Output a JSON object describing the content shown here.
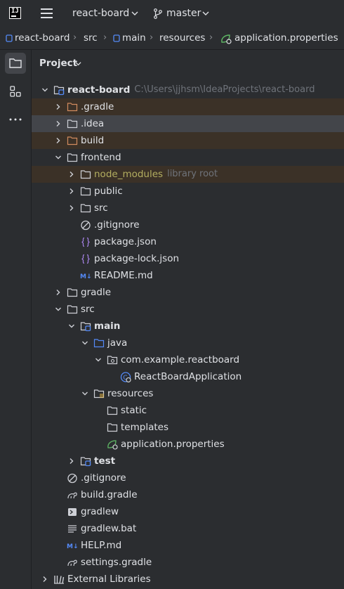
{
  "titlebar": {
    "project": "react-board",
    "branch": "master"
  },
  "breadcrumb": [
    "react-board",
    "src",
    "main",
    "resources",
    "application.properties"
  ],
  "panel": {
    "title": "Project"
  },
  "tree": [
    {
      "label": "react-board",
      "hint": "C:\\Users\\jjhsm\\IdeaProjects\\react-board",
      "depth": 0,
      "arrow": "down",
      "icon": "module-folder-icon",
      "bold": true
    },
    {
      "label": ".gradle",
      "depth": 1,
      "arrow": "right",
      "icon": "folder-icon-excluded",
      "hl": "brown"
    },
    {
      "label": ".idea",
      "depth": 1,
      "arrow": "right",
      "icon": "folder-icon",
      "hl": "sel"
    },
    {
      "label": "build",
      "depth": 1,
      "arrow": "right",
      "icon": "folder-icon-excluded",
      "hl": "brown"
    },
    {
      "label": "frontend",
      "depth": 1,
      "arrow": "down",
      "icon": "folder-icon"
    },
    {
      "label": "node_modules",
      "hint": "library root",
      "depth": 2,
      "arrow": "right",
      "icon": "folder-icon",
      "hl": "brown",
      "lib": true
    },
    {
      "label": "public",
      "depth": 2,
      "arrow": "right",
      "icon": "folder-icon"
    },
    {
      "label": "src",
      "depth": 2,
      "arrow": "right",
      "icon": "folder-icon"
    },
    {
      "label": ".gitignore",
      "depth": 2,
      "icon": "ignore-file-icon"
    },
    {
      "label": "package.json",
      "depth": 2,
      "icon": "json-file-icon"
    },
    {
      "label": "package-lock.json",
      "depth": 2,
      "icon": "json-file-icon"
    },
    {
      "label": "README.md",
      "depth": 2,
      "icon": "markdown-file-icon"
    },
    {
      "label": "gradle",
      "depth": 1,
      "arrow": "right",
      "icon": "folder-icon"
    },
    {
      "label": "src",
      "depth": 1,
      "arrow": "down",
      "icon": "folder-icon"
    },
    {
      "label": "main",
      "depth": 2,
      "arrow": "down",
      "icon": "module-folder-icon",
      "bold": true
    },
    {
      "label": "java",
      "depth": 3,
      "arrow": "down",
      "icon": "source-folder-icon"
    },
    {
      "label": "com.example.reactboard",
      "depth": 4,
      "arrow": "down",
      "icon": "package-icon"
    },
    {
      "label": "ReactBoardApplication",
      "depth": 5,
      "icon": "spring-class-icon"
    },
    {
      "label": "resources",
      "depth": 3,
      "arrow": "down",
      "icon": "resources-folder-icon"
    },
    {
      "label": "static",
      "depth": 4,
      "icon": "folder-icon"
    },
    {
      "label": "templates",
      "depth": 4,
      "icon": "folder-icon"
    },
    {
      "label": "application.properties",
      "depth": 4,
      "icon": "spring-properties-icon"
    },
    {
      "label": "test",
      "depth": 2,
      "arrow": "right",
      "icon": "module-folder-icon",
      "bold": true
    },
    {
      "label": ".gitignore",
      "depth": 1,
      "icon": "ignore-file-icon"
    },
    {
      "label": "build.gradle",
      "depth": 1,
      "icon": "gradle-file-icon"
    },
    {
      "label": "gradlew",
      "depth": 1,
      "icon": "shell-file-icon"
    },
    {
      "label": "gradlew.bat",
      "depth": 1,
      "icon": "text-file-icon"
    },
    {
      "label": "HELP.md",
      "depth": 1,
      "icon": "markdown-file-icon"
    },
    {
      "label": "settings.gradle",
      "depth": 1,
      "icon": "gradle-file-icon"
    },
    {
      "label": "External Libraries",
      "depth": 0,
      "arrow": "right",
      "icon": "libraries-icon"
    }
  ],
  "colors": {
    "background": "#2b2d30",
    "selection": "#43454a",
    "excluded_highlight": "#3b3127",
    "excluded_folder": "#d18b5e",
    "library_text": "#b3ae60",
    "module_blue": "#548af7",
    "spring_green": "#5fb865"
  }
}
